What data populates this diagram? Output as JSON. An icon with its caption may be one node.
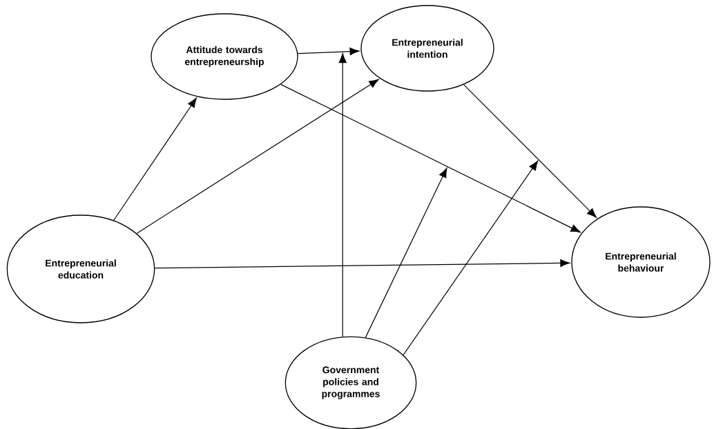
{
  "diagram": {
    "nodes": [
      {
        "text": [
          "Attitude towards entrepreneurship"
        ]
      },
      {
        "text": [
          "Entrepreneurial intention"
        ]
      },
      {
        "text": [
          "Entrepreneurial education"
        ]
      },
      {
        "text": [
          "Entrepreneurial behaviour"
        ]
      },
      {
        "text": [
          "Government policies and programmes"
        ]
      }
    ],
    "edges": [
      {
        "from": 2,
        "to": 0,
        "arrow": "to"
      },
      {
        "from": 2,
        "to": 1,
        "arrow": "to"
      },
      {
        "from": 2,
        "to": 3,
        "arrow": "to"
      },
      {
        "from": 0,
        "to": 1,
        "arrow": "to"
      },
      {
        "from": 0,
        "to": 3,
        "arrow": "to"
      },
      {
        "from": 1,
        "to": 3,
        "arrow": "to"
      },
      {
        "from": 4,
        "to": null,
        "arrow": "to"
      },
      {
        "from": 4,
        "to": null,
        "arrow": "to"
      },
      {
        "from": 4,
        "to": null,
        "arrow": "to"
      }
    ]
  }
}
